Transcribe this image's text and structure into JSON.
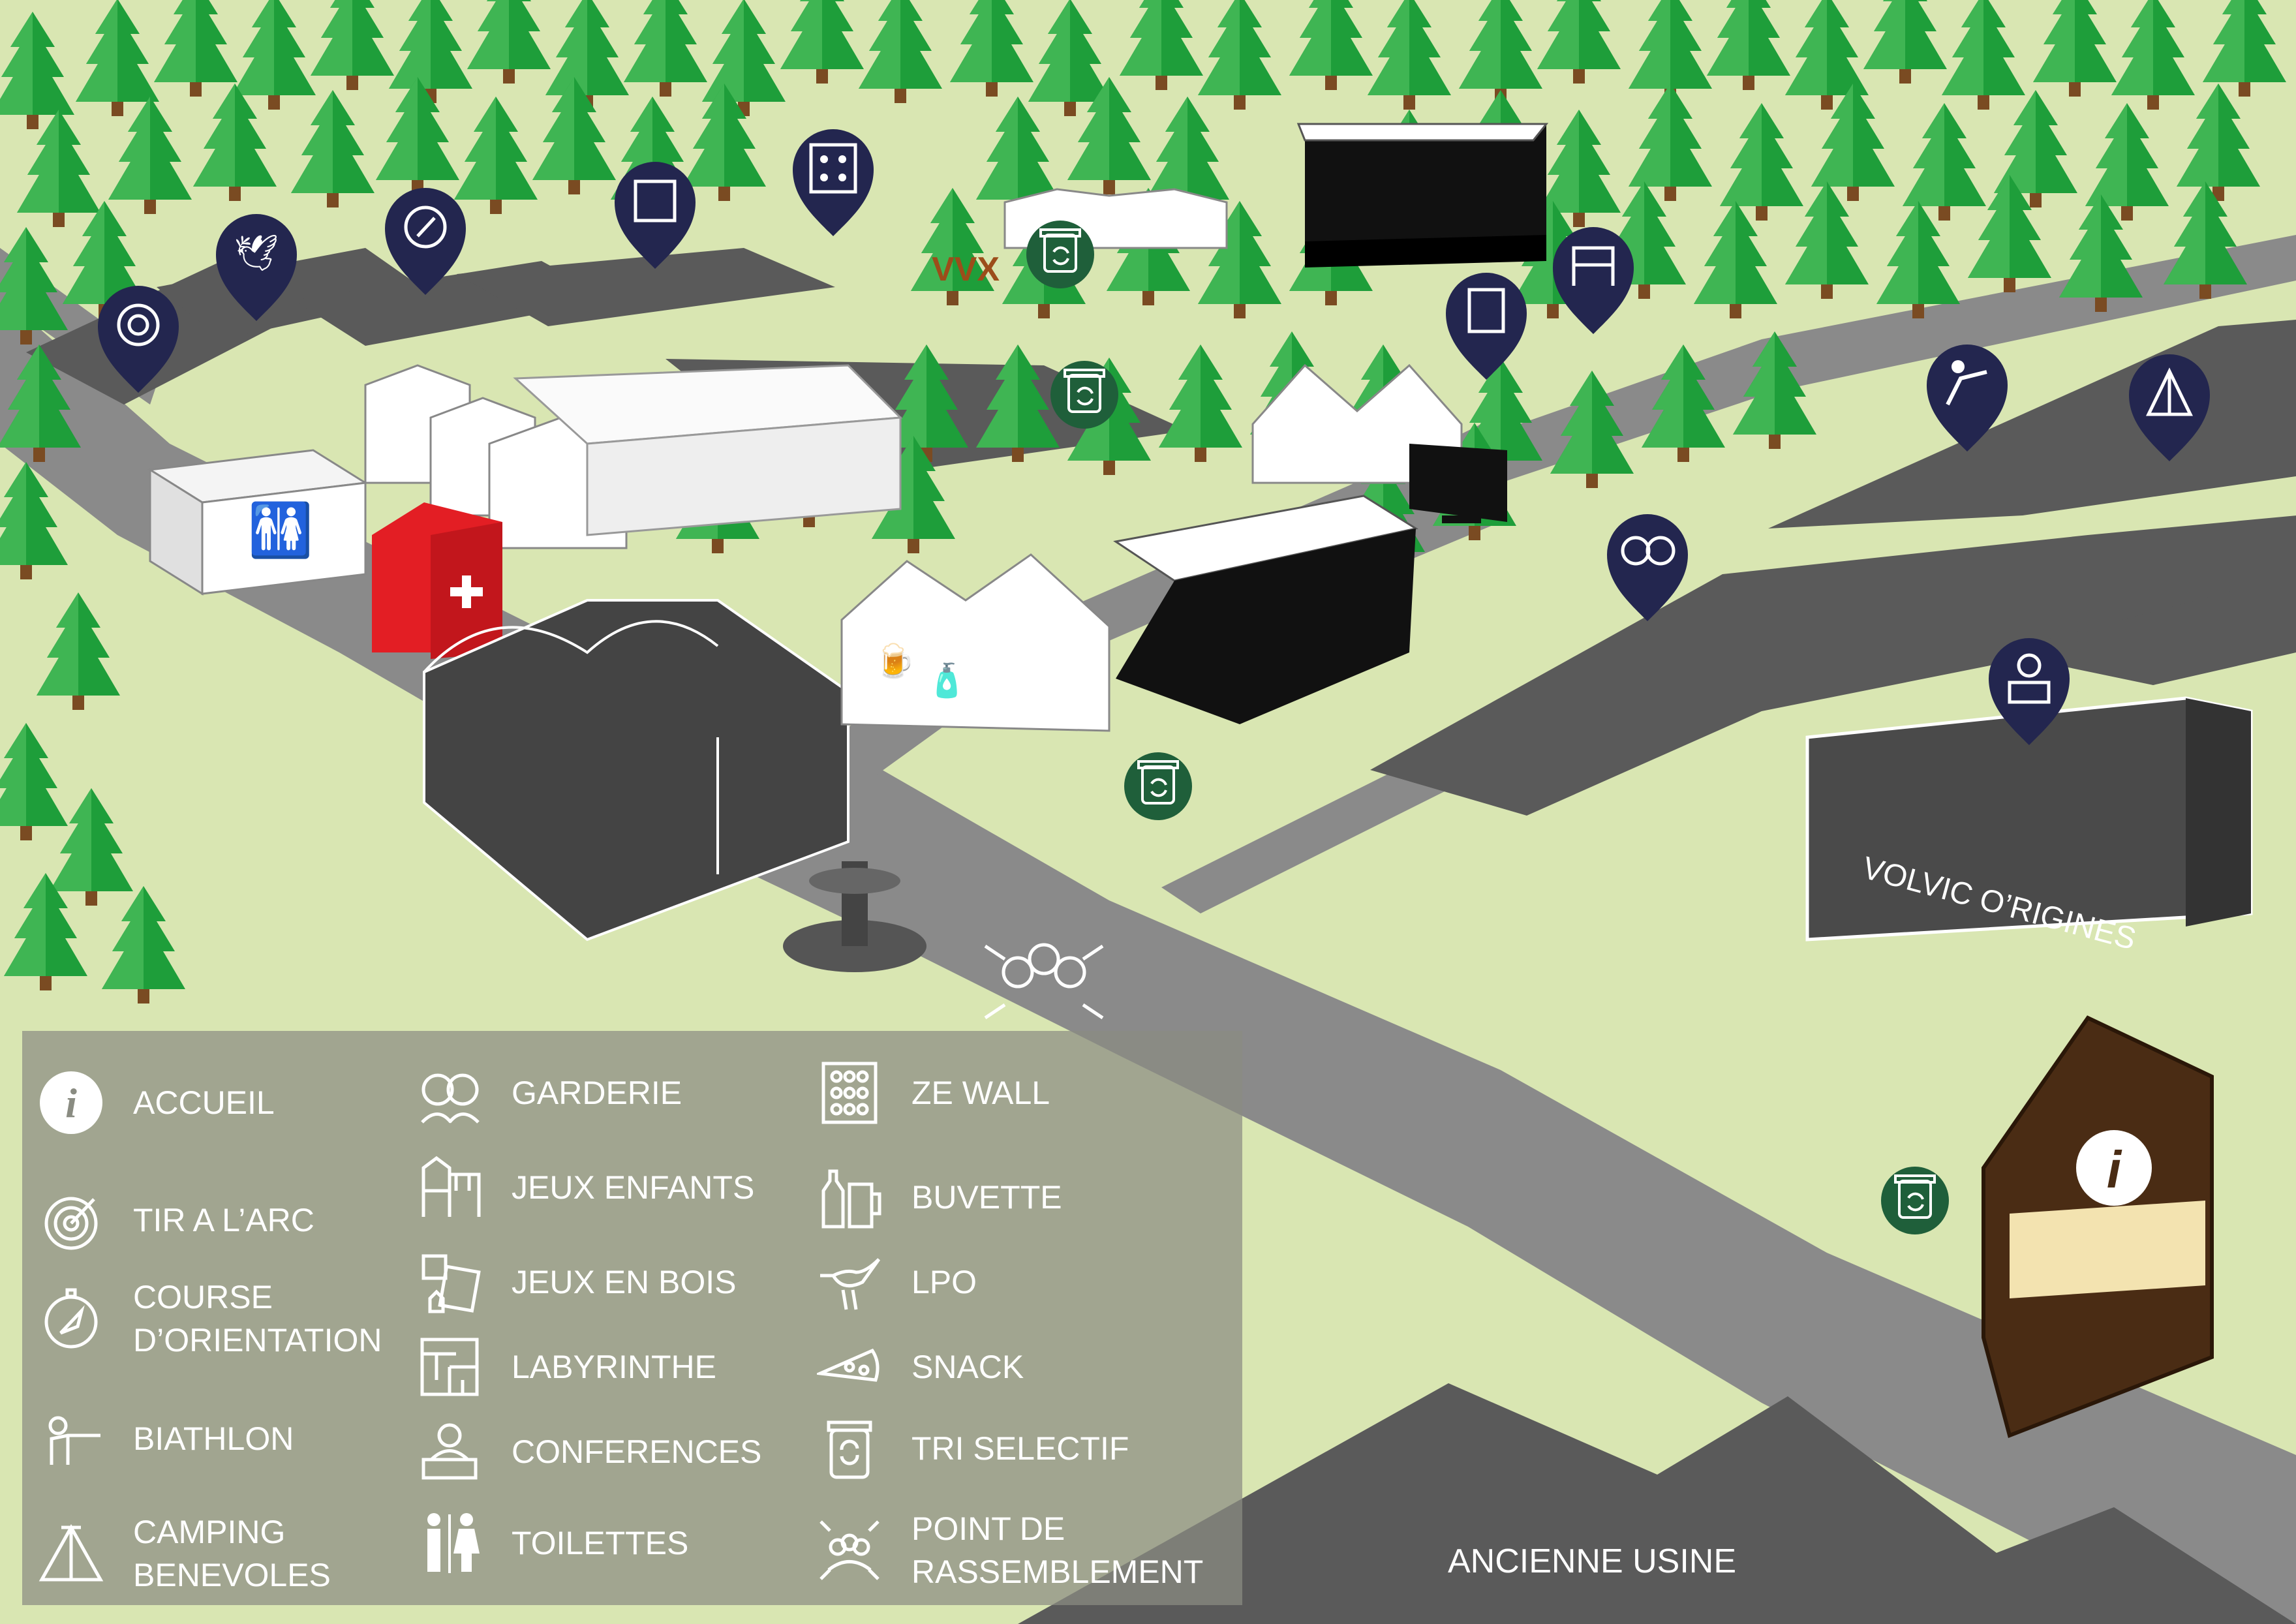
{
  "map": {
    "buildings": {
      "volvic": "VOLVIC O’RIGINES",
      "usine": "ANCIENNE USINE",
      "sign": "VVX"
    },
    "colors": {
      "grass": "#d9e6b2",
      "road": "#8a8a8a",
      "lot": "#5a5a5a",
      "tree": "#1e9e3a",
      "trunk": "#7a4b22",
      "pin": "#23264f",
      "recycle": "#1f5f3a",
      "first_aid": "#e31e24",
      "cabin": "#4a2c14"
    },
    "pins": [
      "archery-icon",
      "bird-icon",
      "compass-icon",
      "maze-icon",
      "grid-icon",
      "dice-chess-icon",
      "playground-icon",
      "shooter-icon",
      "tent-icon",
      "children-icon",
      "speaker-icon"
    ]
  },
  "legend": {
    "col1": [
      {
        "icon": "info-icon",
        "label": "ACCUEIL"
      },
      {
        "icon": "archery-target-icon",
        "label": "TIR A L’ARC"
      },
      {
        "icon": "compass-icon",
        "label": "COURSE\nD’ORIENTATION"
      },
      {
        "icon": "shooter-icon",
        "label": "BIATHLON"
      },
      {
        "icon": "tent-icon",
        "label": "CAMPING\nBENEVOLES"
      }
    ],
    "col2": [
      {
        "icon": "children-icon",
        "label": "GARDERIE"
      },
      {
        "icon": "playground-icon",
        "label": "JEUX ENFANTS"
      },
      {
        "icon": "wooden-games-icon",
        "label": "JEUX EN BOIS"
      },
      {
        "icon": "maze-icon",
        "label": "LABYRINTHE"
      },
      {
        "icon": "speaker-icon",
        "label": "CONFERENCES"
      },
      {
        "icon": "toilet-icon",
        "label": "TOILETTES"
      }
    ],
    "col3": [
      {
        "icon": "grid-wall-icon",
        "label": "ZE WALL"
      },
      {
        "icon": "drinks-icon",
        "label": "BUVETTE"
      },
      {
        "icon": "bird-icon",
        "label": "LPO"
      },
      {
        "icon": "pizza-icon",
        "label": "SNACK"
      },
      {
        "icon": "recycle-bin-icon",
        "label": "TRI SELECTIF"
      },
      {
        "icon": "assembly-point-icon",
        "label": "POINT DE\nRASSEMBLEMENT"
      }
    ]
  }
}
